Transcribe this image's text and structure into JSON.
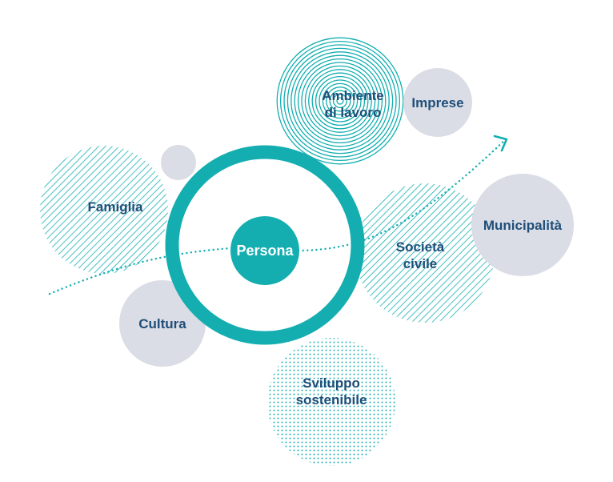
{
  "colors": {
    "teal": "#14aeb1",
    "navy": "#1f4e79",
    "grey": "#dadde5",
    "white": "#ffffff"
  },
  "nodes": {
    "center": {
      "label": "Persona"
    },
    "famiglia": {
      "label": "Famiglia"
    },
    "cultura": {
      "label": "Cultura"
    },
    "ambiente": {
      "line1": "Ambiente",
      "line2": "di lavoro"
    },
    "imprese": {
      "label": "Imprese"
    },
    "societa": {
      "line1": "Società",
      "line2": "civile"
    },
    "municipalita": {
      "label": "Municipalità"
    },
    "sviluppo": {
      "line1": "Sviluppo",
      "line2": "sostenibile"
    }
  }
}
